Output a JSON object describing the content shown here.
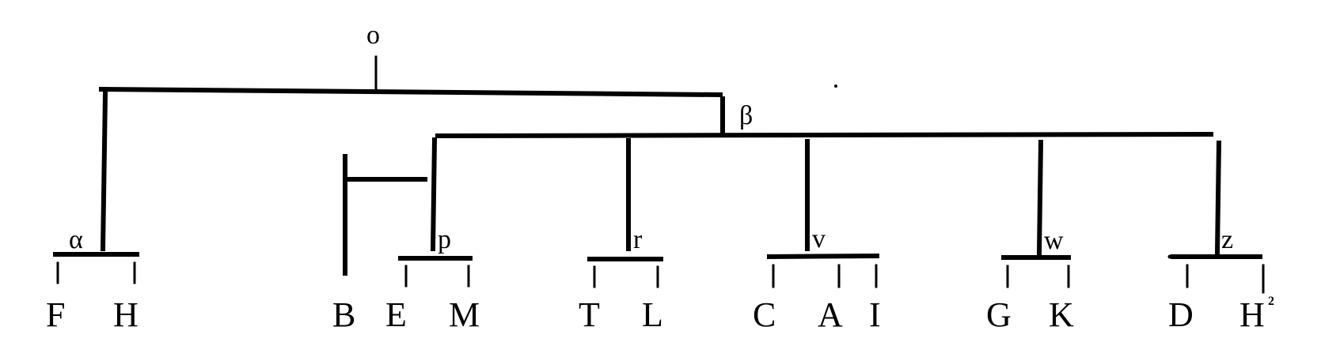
{
  "diagram": {
    "type": "stemma",
    "root": {
      "label": "o",
      "children": [
        {
          "label": "α",
          "children": [
            {
              "label": "F"
            },
            {
              "label": "H"
            }
          ]
        },
        {
          "label": "β",
          "children": [
            {
              "label": "p",
              "children": [
                {
                  "label": "B"
                },
                {
                  "label": "E"
                },
                {
                  "label": "M"
                }
              ]
            },
            {
              "label": "r",
              "children": [
                {
                  "label": "T"
                },
                {
                  "label": "L"
                }
              ]
            },
            {
              "label": "v",
              "children": [
                {
                  "label": "C"
                },
                {
                  "label": "A"
                },
                {
                  "label": "I"
                }
              ]
            },
            {
              "label": "w",
              "children": [
                {
                  "label": "G"
                },
                {
                  "label": "K"
                }
              ]
            },
            {
              "label": "z",
              "children": [
                {
                  "label": "D"
                },
                {
                  "label": "H",
                  "superscript": "2"
                }
              ]
            }
          ]
        }
      ]
    }
  }
}
